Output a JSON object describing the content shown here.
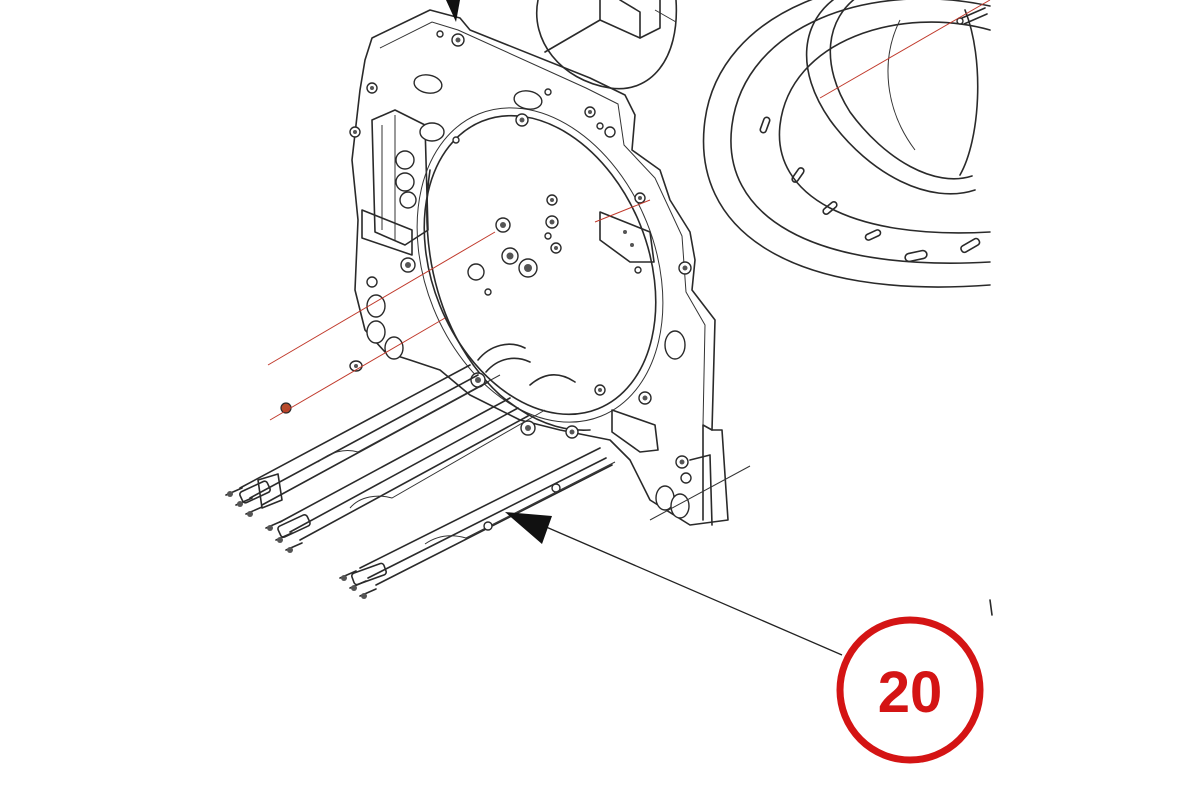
{
  "callout": {
    "number": "20",
    "color": "#d41414"
  },
  "colors": {
    "linework": "#2a2a2a",
    "center_axis": "#c0392b",
    "background": "#ffffff"
  },
  "parts": {
    "highlighted": "heating-element",
    "visible": [
      "rear-mounting-plate",
      "drum-ring",
      "heating-element",
      "heating-element",
      "heating-element",
      "sealing-washer",
      "nut"
    ]
  }
}
